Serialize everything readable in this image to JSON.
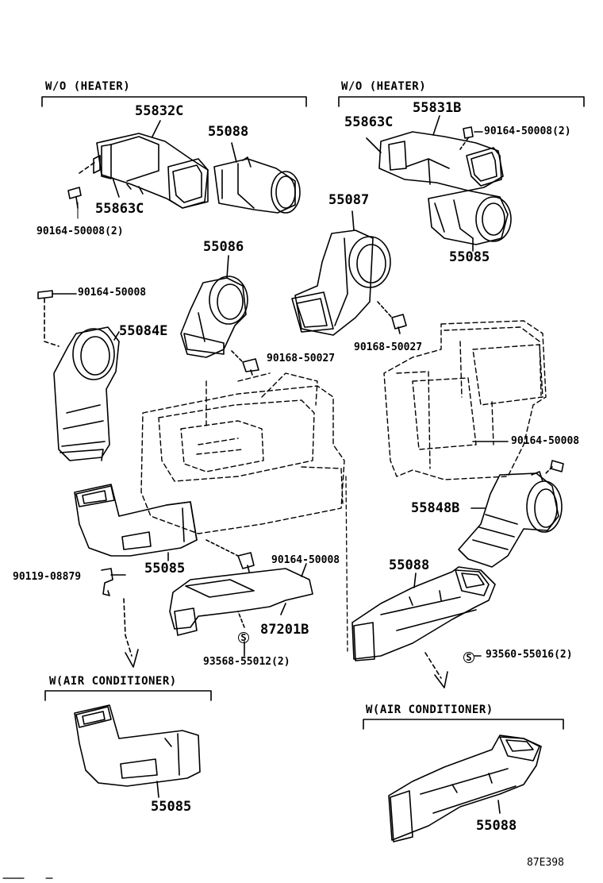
{
  "sections": {
    "wo_heater_left": "W/O (HEATER)",
    "wo_heater_right": "W/O (HEATER)",
    "w_ac_left": "W(AIR CONDITIONER)",
    "w_ac_right": "W(AIR CONDITIONER)"
  },
  "parts": {
    "p55832C": "55832C",
    "p55088_top": "55088",
    "p55863C_left": "55863C",
    "p90164_left_top": "90164-50008(2)",
    "p55831B": "55831B",
    "p55863C_right": "55863C",
    "p90164_right_top": "90164-50008(2)",
    "p55087": "55087",
    "p55085_right_top": "55085",
    "p55086": "55086",
    "p90164_mid_left": "90164-50008",
    "p55084E": "55084E",
    "p90168_left": "90168-50027",
    "p90168_right": "90168-50027",
    "p90164_right_mid": "90164-50008",
    "p55848B": "55848B",
    "p55088_mid": "55088",
    "p90164_center": "90164-50008",
    "p90119": "90119-08879",
    "p55085_center": "55085",
    "p87201B": "87201B",
    "p93568": "93568-55012(2)",
    "p93560": "93560-55016(2)",
    "p55085_bottom": "55085",
    "p55088_bottom": "55088",
    "s_mark_left": "S",
    "s_mark_right": "S"
  },
  "code": "87E398"
}
